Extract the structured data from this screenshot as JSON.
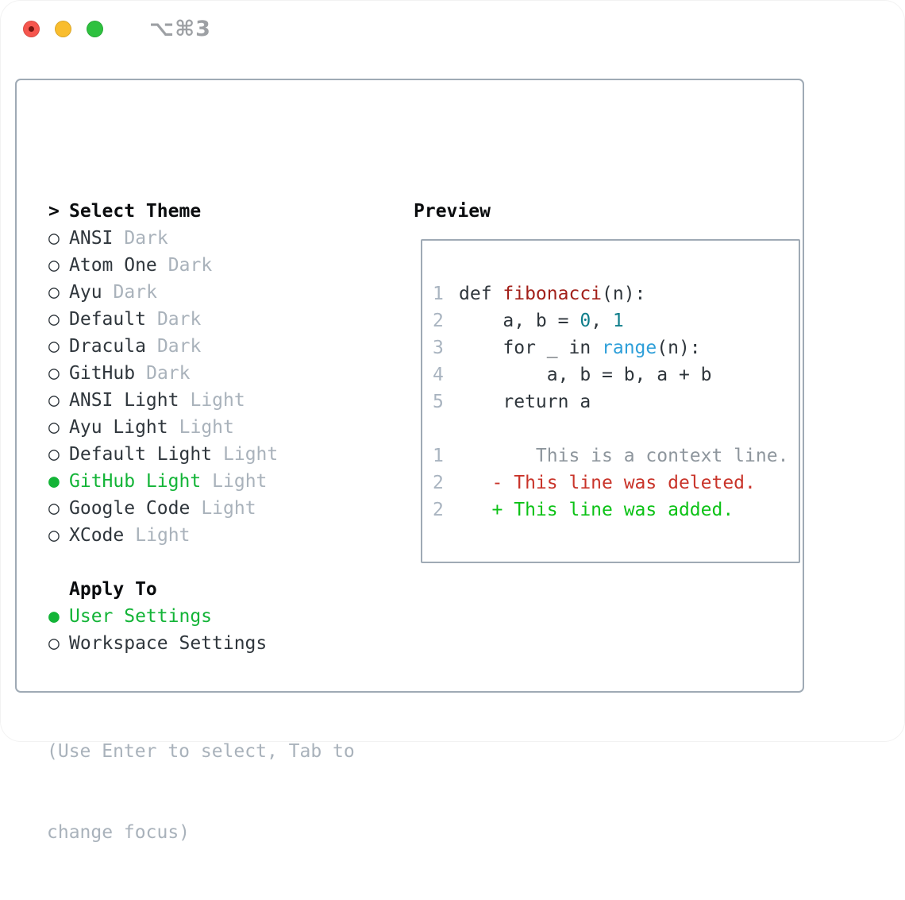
{
  "window": {
    "shortcut": "⌥⌘3"
  },
  "colors": {
    "selected_green": "#13b437",
    "added_green": "#0cc216",
    "deleted_red": "#c9342a",
    "function_red": "#a2201a",
    "number_teal": "#0f7e8b",
    "builtin_blue": "#2e9fd9",
    "border_gray": "#9faab5",
    "muted_gray": "#a9b2bb",
    "text_dark": "#2f363c",
    "traffic_red": "#f6564e",
    "traffic_yellow": "#f9bd2e",
    "traffic_green": "#2ec13f"
  },
  "theme_panel": {
    "header_prefix": ">",
    "header": "Select Theme",
    "items": [
      {
        "bullet": "○",
        "name": "ANSI",
        "variant": "Dark",
        "selected": false
      },
      {
        "bullet": "○",
        "name": "Atom One",
        "variant": "Dark",
        "selected": false
      },
      {
        "bullet": "○",
        "name": "Ayu",
        "variant": "Dark",
        "selected": false
      },
      {
        "bullet": "○",
        "name": "Default",
        "variant": "Dark",
        "selected": false
      },
      {
        "bullet": "○",
        "name": "Dracula",
        "variant": "Dark",
        "selected": false
      },
      {
        "bullet": "○",
        "name": "GitHub",
        "variant": "Dark",
        "selected": false
      },
      {
        "bullet": "○",
        "name": "ANSI Light",
        "variant": "Light",
        "selected": false
      },
      {
        "bullet": "○",
        "name": "Ayu Light",
        "variant": "Light",
        "selected": false
      },
      {
        "bullet": "○",
        "name": "Default Light",
        "variant": "Light",
        "selected": false
      },
      {
        "bullet": "●",
        "name": "GitHub Light",
        "variant": "Light",
        "selected": true
      },
      {
        "bullet": "○",
        "name": "Google Code",
        "variant": "Light",
        "selected": false
      },
      {
        "bullet": "○",
        "name": "XCode",
        "variant": "Light",
        "selected": false
      }
    ]
  },
  "apply_panel": {
    "header": "Apply To",
    "options": [
      {
        "bullet": "●",
        "label": "User Settings",
        "selected": true
      },
      {
        "bullet": "○",
        "label": "Workspace Settings",
        "selected": false
      }
    ]
  },
  "hint": {
    "line1": "(Use Enter to select, Tab to",
    "line2": "change focus)"
  },
  "preview": {
    "header": "Preview",
    "code_lines": [
      {
        "num": "1",
        "segs": [
          {
            "t": "def ",
            "c": "code"
          },
          {
            "t": "fibonacci",
            "c": "func"
          },
          {
            "t": "(n):",
            "c": "code"
          }
        ]
      },
      {
        "num": "2",
        "segs": [
          {
            "t": "    a, b = ",
            "c": "code"
          },
          {
            "t": "0",
            "c": "num"
          },
          {
            "t": ", ",
            "c": "code"
          },
          {
            "t": "1",
            "c": "num"
          }
        ]
      },
      {
        "num": "3",
        "segs": [
          {
            "t": "    for _ in ",
            "c": "code"
          },
          {
            "t": "range",
            "c": "builtin"
          },
          {
            "t": "(n):",
            "c": "code"
          }
        ]
      },
      {
        "num": "4",
        "segs": [
          {
            "t": "        a, b = b, a + b",
            "c": "code"
          }
        ]
      },
      {
        "num": "5",
        "segs": [
          {
            "t": "    return a",
            "c": "code"
          }
        ]
      },
      {
        "num": "",
        "segs": []
      },
      {
        "num": "1",
        "segs": [
          {
            "t": "       This is a context line.",
            "c": "context"
          }
        ]
      },
      {
        "num": "2",
        "segs": [
          {
            "t": "   - This line was deleted.",
            "c": "deleted"
          }
        ]
      },
      {
        "num": "2",
        "segs": [
          {
            "t": "   + This line was added.",
            "c": "added"
          }
        ]
      }
    ]
  }
}
